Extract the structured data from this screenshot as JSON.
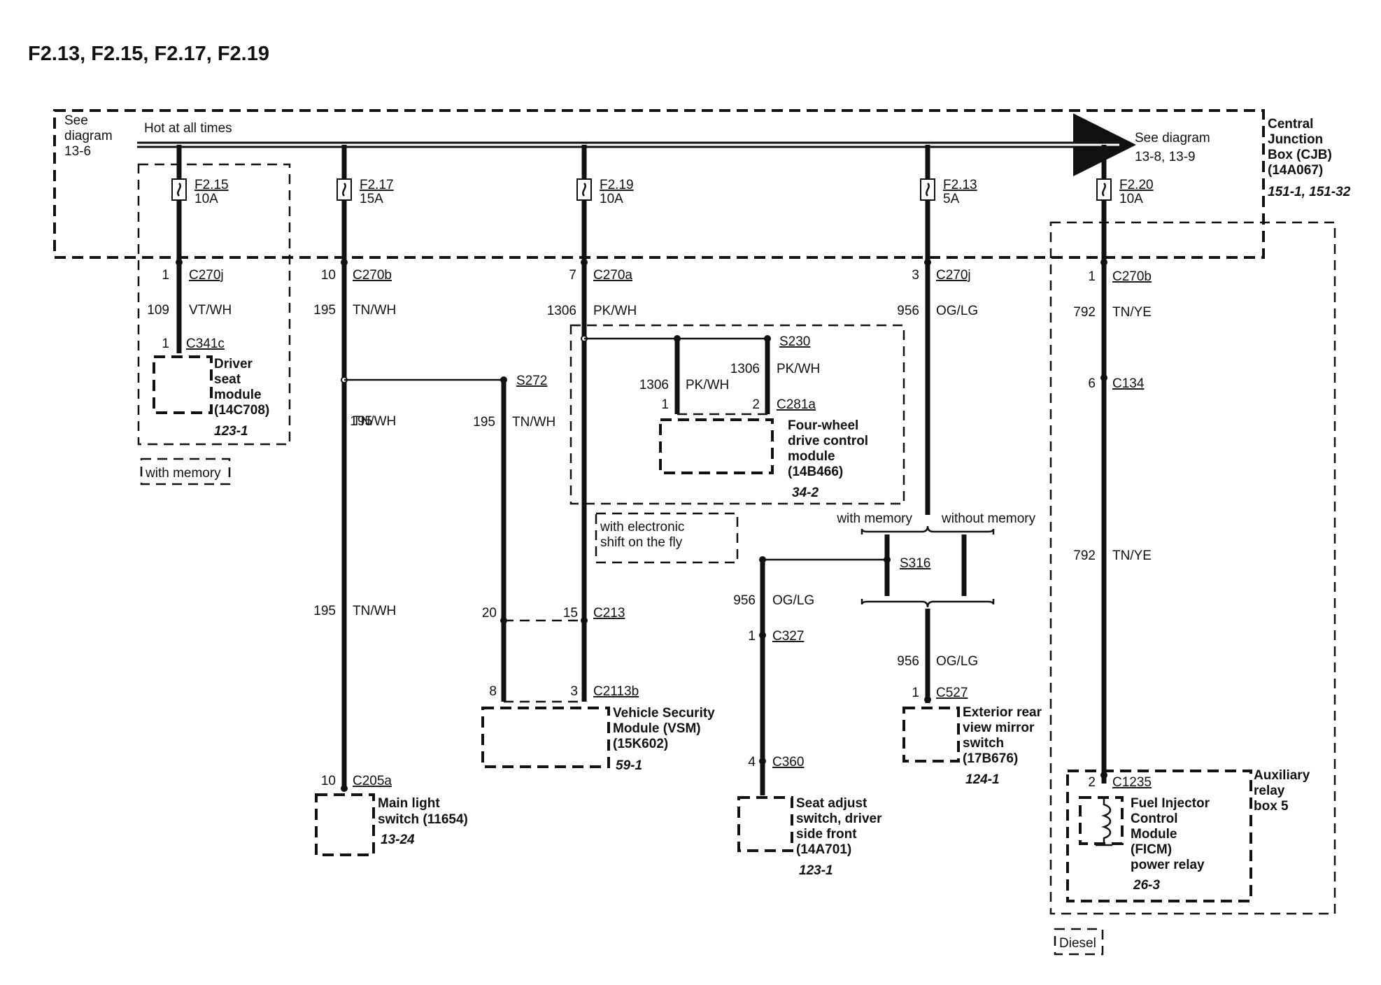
{
  "title": "F2.13, F2.15, F2.17, F2.19",
  "cjb": {
    "see_left": [
      "See",
      "diagram",
      "13-6"
    ],
    "hot_label": "Hot at all times",
    "see_right": [
      "See diagram",
      "13-8, 13-9"
    ],
    "name": [
      "Central",
      "Junction",
      "Box (CJB)",
      "(14A067)"
    ],
    "ref": "151-1, 151-32"
  },
  "fuses": [
    {
      "id": "F2.15",
      "amps": "10A"
    },
    {
      "id": "F2.17",
      "amps": "15A"
    },
    {
      "id": "F2.19",
      "amps": "10A"
    },
    {
      "id": "F2.13",
      "amps": "5A"
    },
    {
      "id": "F2.20",
      "amps": "10A"
    }
  ],
  "branch1": {
    "pin": "1",
    "conn": "C270j",
    "circuit": "109",
    "color": "VT/WH",
    "pin2": "1",
    "conn2": "C341c",
    "module": [
      "Driver",
      "seat",
      "module",
      "(14C708)"
    ],
    "ref": "123-1",
    "option": "with memory"
  },
  "branch2": {
    "pin": "10",
    "conn": "C270b",
    "circuit": "195",
    "color": "TN/WH",
    "splice": "S272",
    "splice_circuit": "195",
    "splice_color": "TN/WH",
    "circuit_low": "195",
    "color_low": "TN/WH",
    "pin2": "10",
    "conn2": "C205a",
    "module": [
      "Main light",
      "switch (11654)"
    ],
    "ref": "13-24"
  },
  "branch3": {
    "pin": "7",
    "conn": "C270a",
    "circuit": "1306",
    "color": "PK/WH",
    "splice": "S230",
    "w1_circuit": "1306",
    "w1_color": "PK/WH",
    "w2_circuit": "1306",
    "w2_color": "PK/WH",
    "pinA": "1",
    "pinB": "2",
    "conn2": "C281a",
    "module": [
      "Four-wheel",
      "drive control",
      "module",
      "(14B466)"
    ],
    "ref": "34-2",
    "option": [
      "with electronic",
      "shift on the fly"
    ]
  },
  "vsm": {
    "pin_left": "20",
    "pin_right": "15",
    "conn": "C213",
    "pin3": "8",
    "pin4": "3",
    "conn2": "C2113b",
    "module": [
      "Vehicle Security",
      "Module (VSM)",
      "(15K602)"
    ],
    "ref": "59-1"
  },
  "branch4": {
    "pin": "3",
    "conn": "C270j",
    "circuit": "956",
    "color": "OG/LG",
    "opt_left": "with memory",
    "opt_right": "without memory",
    "splice": "S316",
    "seat_circuit": "956",
    "seat_color": "OG/LG",
    "pin2": "1",
    "conn2": "C327",
    "pin3": "4",
    "conn3": "C360",
    "seat_module": [
      "Seat adjust",
      "switch, driver",
      "side front",
      "(14A701)"
    ],
    "seat_ref": "123-1",
    "mirror_circuit": "956",
    "mirror_color": "OG/LG",
    "mirror_pin": "1",
    "mirror_conn": "C527",
    "mirror_module": [
      "Exterior rear",
      "view mirror",
      "switch",
      "(17B676)"
    ],
    "mirror_ref": "124-1"
  },
  "branch5": {
    "pin": "1",
    "conn": "C270b",
    "circuit": "792",
    "color": "TN/YE",
    "pin2": "6",
    "conn2": "C134",
    "circuit2": "792",
    "color2": "TN/YE",
    "pin3": "2",
    "conn3": "C1235",
    "module": [
      "Fuel Injector",
      "Control",
      "Module",
      "(FICM)",
      "power relay"
    ],
    "ref": "26-3",
    "box": [
      "Auxiliary",
      "relay",
      "box 5"
    ],
    "option": "Diesel"
  }
}
